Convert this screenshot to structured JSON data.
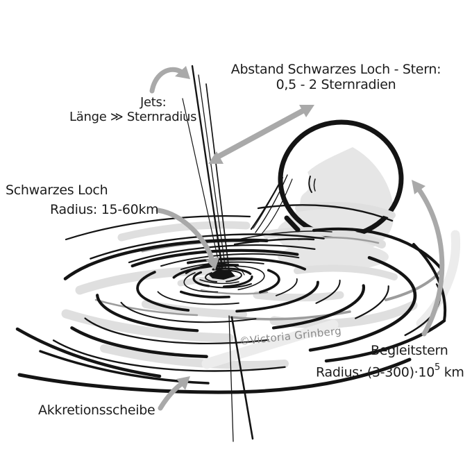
{
  "labels": {
    "distance": {
      "line1": "Abstand Schwarzes Loch - Stern:",
      "line2": "0,5 - 2 Sternradien"
    },
    "jets": {
      "line1": "Jets:",
      "line2": "Länge ≫ Sternradius"
    },
    "black_hole": {
      "line1": "Schwarzes Loch",
      "line2": "Radius: 15-60km"
    },
    "companion": {
      "line1": "Begleitstern",
      "radius_prefix": "Radius: (3-300)·10",
      "radius_sup": "5",
      "radius_suffix": " km"
    },
    "disk": {
      "line1": "Akkretionsscheibe"
    },
    "watermark": "©Victoria Grinberg"
  },
  "colors": {
    "ink": "#141414",
    "text": "#1c1c1c",
    "arrow": "#a9a9a9",
    "smudge": "#dfdfdf",
    "swath": "#ececec",
    "midgray": "#9c9c9c",
    "shade": "#e6e6e6",
    "watermark": "#8a8a8a",
    "bg": "#ffffff"
  },
  "icons": {
    "arrows": [
      "curved-arrow-to-jets",
      "double-arrow-black-hole-to-star-distance",
      "curved-arrow-to-black-hole",
      "curved-arrow-to-companion-star",
      "curved-arrow-to-accretion-disk"
    ]
  }
}
